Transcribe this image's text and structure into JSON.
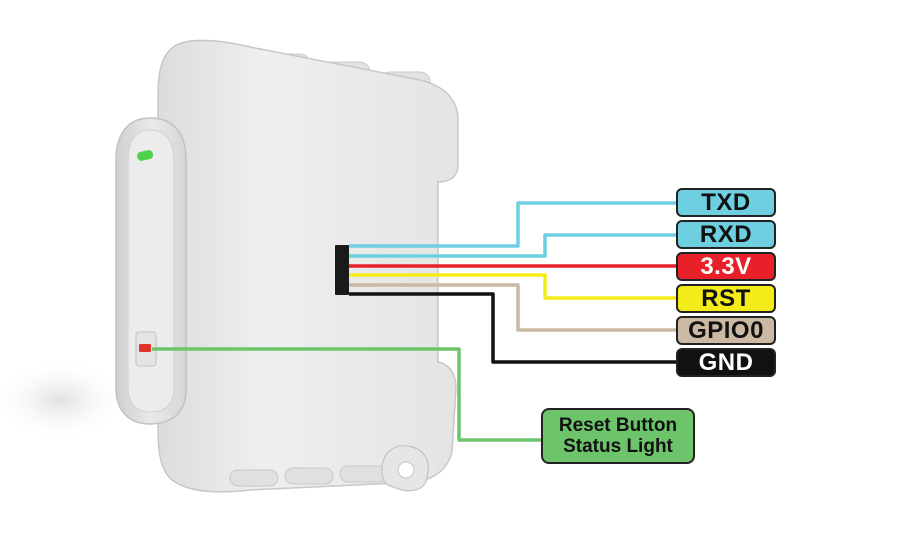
{
  "pins": [
    {
      "id": "txd",
      "label": "TXD",
      "fill": "#6dcfe0",
      "text_color": "#111111",
      "wire_color": "#6dcfe0"
    },
    {
      "id": "rxd",
      "label": "RXD",
      "fill": "#6dcfe0",
      "text_color": "#111111",
      "wire_color": "#6dcfe0"
    },
    {
      "id": "v33",
      "label": "3.3V",
      "fill": "#e8202a",
      "text_color": "#ffffff",
      "wire_color": "#e8202a"
    },
    {
      "id": "rst",
      "label": "RST",
      "fill": "#f4ec1a",
      "text_color": "#111111",
      "wire_color": "#f4ec1a"
    },
    {
      "id": "gpio0",
      "label": "GPIO0",
      "fill": "#ccb9a3",
      "text_color": "#111111",
      "wire_color": "#ccb9a3"
    },
    {
      "id": "gnd",
      "label": "GND",
      "fill": "#111111",
      "text_color": "#ffffff",
      "wire_color": "#111111"
    }
  ],
  "reset": {
    "line1": "Reset Button",
    "line2": "Status Light",
    "fill": "#6dc46b",
    "wire_color": "#6dc46b"
  },
  "device": {
    "body_color": "#ececec",
    "led_color": "#4fd24a",
    "reset_button_color": "#e0332b"
  }
}
